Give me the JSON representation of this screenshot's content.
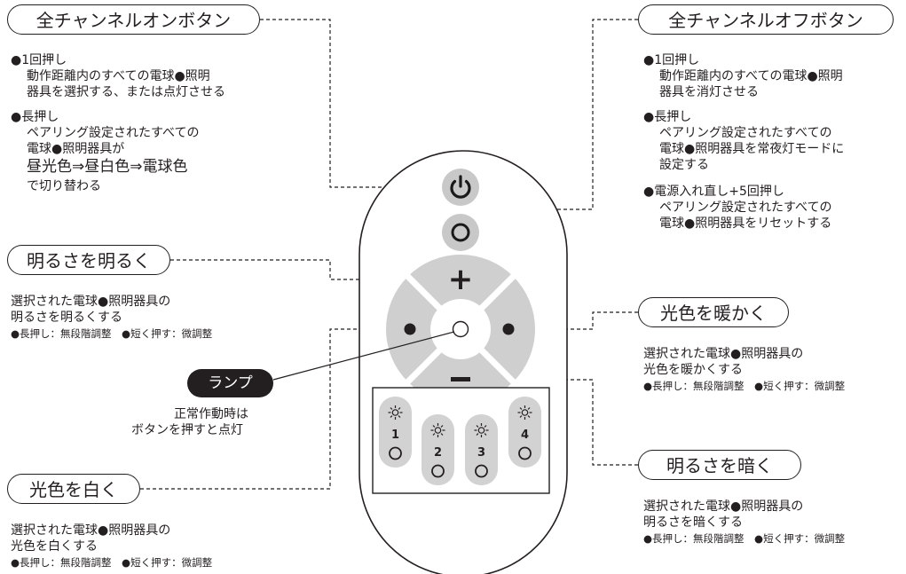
{
  "labels": {
    "all_on": "全チャンネルオンボタン",
    "all_off": "全チャンネルオフボタン",
    "brighten": "明るさを明るく",
    "warm": "光色を暖かく",
    "lamp": "ランプ",
    "cool": "光色を白く",
    "dim": "明るさを暗く"
  },
  "all_on_desc": {
    "b1_title": "●1回押し",
    "b1_l1": "動作距離内のすべての電球●照明",
    "b1_l2": "器具を選択する、または点灯させる",
    "b2_title": "●長押し",
    "b2_l1": "ペアリング設定されたすべての",
    "b2_l2": "電球●照明器具が",
    "b2_l3": "昼光色⇒昼白色⇒電球色",
    "b2_l4": "で切り替わる"
  },
  "all_off_desc": {
    "b1_title": "●1回押し",
    "b1_l1": "動作距離内のすべての電球●照明",
    "b1_l2": "器具を消灯させる",
    "b2_title": "●長押し",
    "b2_l1": "ペアリング設定されたすべての",
    "b2_l2": "電球●照明器具を常夜灯モードに",
    "b2_l3": "設定する",
    "b3_title": "●電源入れ直し+5回押し",
    "b3_l1": "ペアリング設定されたすべての",
    "b3_l2": "電球●照明器具をリセットする"
  },
  "brighten_desc": {
    "l1": "選択された電球●照明器具の",
    "l2": "明るさを明るくする",
    "note": "●長押し：無段階調整　●短く押す：微調整"
  },
  "warm_desc": {
    "l1": "選択された電球●照明器具の",
    "l2": "光色を暖かくする",
    "note": "●長押し：無段階調整　●短く押す：微調整"
  },
  "lamp_desc": {
    "l1": "正常作動時は",
    "l2": "ボタンを押すと点灯"
  },
  "cool_desc": {
    "l1": "選択された電球●照明器具の",
    "l2": "光色を白くする",
    "note": "●長押し：無段階調整　●短く押す：微調整"
  },
  "dim_desc": {
    "l1": "選択された電球●照明器具の",
    "l2": "明るさを暗くする",
    "note": "●長押し：無段階調整　●短く押す：微調整"
  },
  "remote": {
    "plus": "+",
    "minus": "−",
    "channels": [
      "1",
      "2",
      "3",
      "4"
    ],
    "button_color": "#c8c8c8",
    "dark_color": "#231f20",
    "power_icon_color": "#1a1a1a"
  }
}
